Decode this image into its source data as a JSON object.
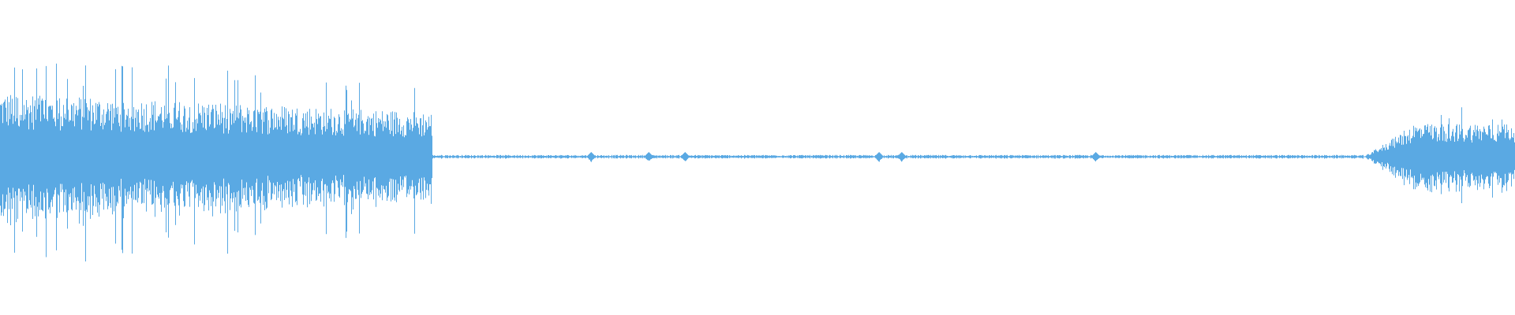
{
  "waveform": {
    "color": "#5aa9e3",
    "background": "#ffffff",
    "segments": [
      {
        "name": "intro-loud-segment",
        "start_fraction": 0.0,
        "end_fraction": 0.285,
        "peak_level": 0.62,
        "avg_level": 0.3
      },
      {
        "name": "quiet-middle-segment",
        "start_fraction": 0.285,
        "end_fraction": 0.9,
        "peak_level": 0.03,
        "avg_level": 0.008
      },
      {
        "name": "outro-loud-segment",
        "start_fraction": 0.9,
        "end_fraction": 1.0,
        "peak_level": 0.32,
        "avg_level": 0.18
      }
    ],
    "small_blips_fraction": [
      0.39,
      0.428,
      0.452,
      0.58,
      0.595,
      0.723
    ]
  }
}
